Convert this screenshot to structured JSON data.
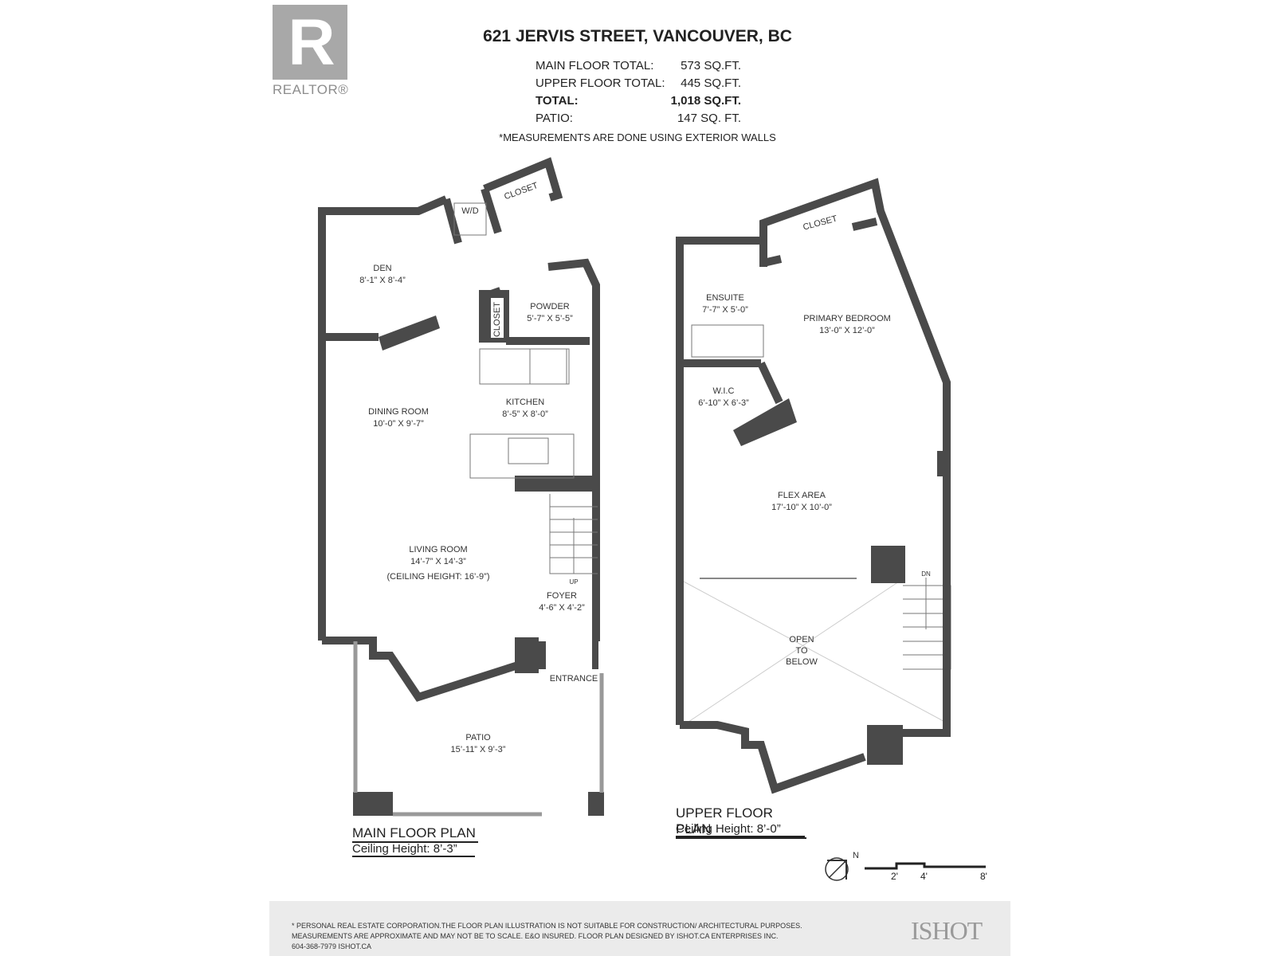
{
  "logo": {
    "mark": "R",
    "word": "REALTOR®"
  },
  "header": {
    "address": "621 JERVIS STREET, VANCOUVER, BC",
    "areas": [
      {
        "label": "MAIN FLOOR TOTAL:",
        "value": "573 SQ.FT.",
        "bold": false
      },
      {
        "label": "UPPER FLOOR TOTAL:",
        "value": "445 SQ.FT.",
        "bold": false
      },
      {
        "label": "TOTAL:",
        "value": "1,018 SQ.FT.",
        "bold": true
      },
      {
        "label": "PATIO:",
        "value": "147 SQ. FT.",
        "bold": false
      }
    ],
    "note": "*MEASUREMENTS ARE DONE USING EXTERIOR WALLS"
  },
  "main_floor": {
    "title": "MAIN FLOOR PLAN",
    "ceiling": "Ceiling Height: 8’-3”",
    "rooms": {
      "den": {
        "name": "DEN",
        "dim": "8’-1” X 8’-4”"
      },
      "powder": {
        "name": "POWDER",
        "dim": "5’-7” X 5’-5”"
      },
      "closet_den": "CLOSET",
      "closet_top": "CLOSET",
      "wd": "W/D",
      "dining": {
        "name": "DINING ROOM",
        "dim": "10’-0” X 9’-7”"
      },
      "kitchen": {
        "name": "KITCHEN",
        "dim": "8’-5” X 8’-0”"
      },
      "living": {
        "name": "LIVING ROOM",
        "dim": "14’-7” X 14’-3”",
        "extra": "(CEILING HEIGHT: 16’-9”)"
      },
      "foyer": {
        "name": "FOYER",
        "dim": "4’-6” X 4’-2”"
      },
      "stairs_up": "UP",
      "entrance": "ENTRANCE",
      "patio": {
        "name": "PATIO",
        "dim": "15’-11” X 9’-3”"
      }
    }
  },
  "upper_floor": {
    "title": "UPPER FLOOR PLAN",
    "ceiling": "Ceiling Height: 8’-0”",
    "rooms": {
      "closet": "CLOSET",
      "ensuite": {
        "name": "ENSUITE",
        "dim": "7’-7” X 5’-0”"
      },
      "primary": {
        "name": "PRIMARY BEDROOM",
        "dim": "13’-0” X 12’-0”"
      },
      "wic": {
        "name": "W.I.C",
        "dim": "6’-10” X 6’-3”"
      },
      "flex": {
        "name": "FLEX AREA",
        "dim": "17’-10” X 10’-0”"
      },
      "stairs_dn": "DN",
      "open": [
        "OPEN",
        "TO",
        "BELOW"
      ]
    }
  },
  "compass": {
    "label": "N"
  },
  "scale": {
    "labels": [
      "2'",
      "4'",
      "8'"
    ]
  },
  "footer": {
    "line1": "* PERSONAL REAL ESTATE CORPORATION.THE FLOOR PLAN ILLUSTRATION IS NOT SUITABLE FOR CONSTRUCTION/ ARCHITECTURAL PURPOSES.",
    "line2": "MEASUREMENTS ARE APPROXIMATE AND MAY NOT BE TO SCALE. E&O INSURED. FLOOR PLAN DESIGNED BY ISHOT.CA ENTERPRISES INC.",
    "line3": "604-368-7979  ISHOT.CA",
    "brand": "ISHOT"
  },
  "colors": {
    "wall": "#4a4a4a",
    "logo": "#a8a8a8",
    "footer_bg": "#ebebeb"
  }
}
